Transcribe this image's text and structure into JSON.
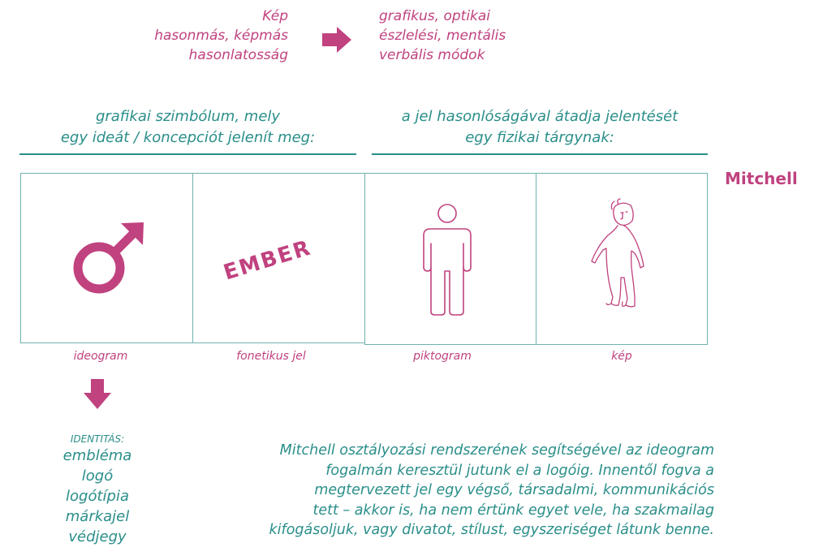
{
  "top_left": [
    "Kép",
    "hasonmás, képmás",
    "hasonlatosság"
  ],
  "top_right": [
    "grafikus, optikai",
    "észlelési, mentális",
    "verbális módok"
  ],
  "heading_left": [
    "grafikai szimbólum, mely",
    "egy ideát / koncepciót jelenít meg:"
  ],
  "heading_right": [
    "a jel hasonlóságával átadja jelentését",
    "egy fizikai tárgynak:"
  ],
  "author_label": "Mitchell",
  "panels": {
    "phonetic_word": "EMBER",
    "captions": [
      "ideogram",
      "fonetikus jel",
      "piktogram",
      "kép"
    ]
  },
  "identity": {
    "title": "IDENTITÁS:",
    "items": [
      "embléma",
      "logó",
      "logótípia",
      "márkajel",
      "védjegy"
    ]
  },
  "paragraph": [
    "Mitchell osztályozási rendszerének segítségével az ideogram",
    "fogalmán keresztül jutunk el a logóig. Innentől fogva a",
    "megtervezett jel egy végső, társadalmi, kommunikációs",
    "tett – akkor is, ha nem értünk egyet vele, ha szakmailag",
    "kifogásoljuk, vagy divatot, stílust, egyszeriséget látunk benne."
  ],
  "colors": {
    "accent": "#c0427f",
    "teal": "#2a8e89",
    "border": "#6fb3ae"
  },
  "icons": [
    "male-symbol-icon",
    "right-arrow-icon",
    "down-arrow-icon",
    "pictogram-person-icon",
    "sketch-person-icon"
  ]
}
